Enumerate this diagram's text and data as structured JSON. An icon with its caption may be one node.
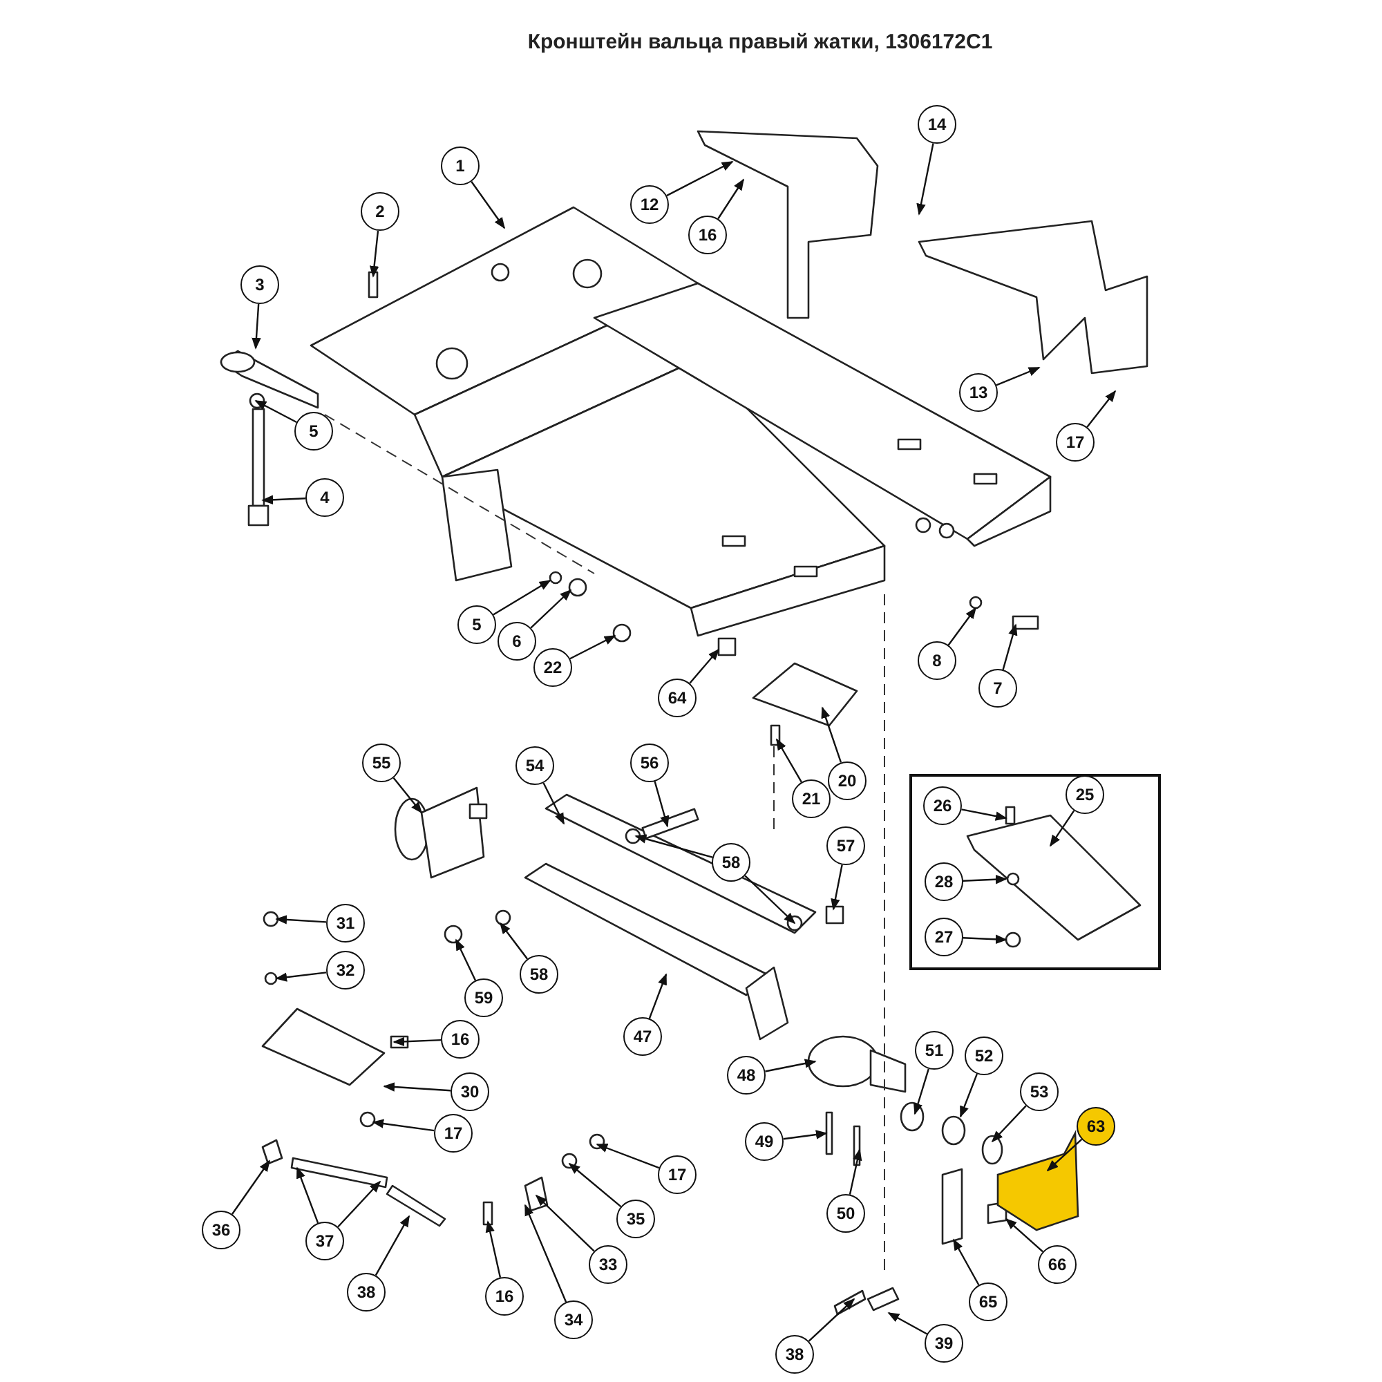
{
  "diagram": {
    "title": "Кронштейн вальца правый жатки, 1306172C1",
    "nodes": [
      {
        "text": [
          "1"
        ]
      },
      {
        "text": [
          "2"
        ]
      },
      {
        "text": [
          "3"
        ]
      },
      {
        "text": [
          "5"
        ]
      },
      {
        "text": [
          "4"
        ]
      },
      {
        "text": [
          "12"
        ]
      },
      {
        "text": [
          "16"
        ]
      },
      {
        "text": [
          "14"
        ]
      },
      {
        "text": [
          "13"
        ]
      },
      {
        "text": [
          "17"
        ]
      },
      {
        "text": [
          "5"
        ]
      },
      {
        "text": [
          "6"
        ]
      },
      {
        "text": [
          "22"
        ]
      },
      {
        "text": [
          "64"
        ]
      },
      {
        "text": [
          "8"
        ]
      },
      {
        "text": [
          "7"
        ]
      },
      {
        "text": [
          "21"
        ]
      },
      {
        "text": [
          "20"
        ]
      },
      {
        "text": [
          "55"
        ]
      },
      {
        "text": [
          "54"
        ]
      },
      {
        "text": [
          "56"
        ]
      },
      {
        "text": [
          "58"
        ]
      },
      {
        "text": [
          "57"
        ]
      },
      {
        "text": [],
        "shape": "box"
      },
      {
        "text": [
          "26"
        ],
        "in": 23
      },
      {
        "text": [
          "25"
        ],
        "in": 23
      },
      {
        "text": [
          "28"
        ],
        "in": 23
      },
      {
        "text": [
          "27"
        ],
        "in": 23
      },
      {
        "text": [
          "31"
        ]
      },
      {
        "text": [
          "32"
        ]
      },
      {
        "text": [
          "58"
        ]
      },
      {
        "text": [
          "59"
        ]
      },
      {
        "text": [
          "47"
        ]
      },
      {
        "text": [
          "16"
        ]
      },
      {
        "text": [
          "30"
        ]
      },
      {
        "text": [
          "17"
        ]
      },
      {
        "text": [
          "48"
        ]
      },
      {
        "text": [
          "51"
        ]
      },
      {
        "text": [
          "52"
        ]
      },
      {
        "text": [
          "53"
        ]
      },
      {
        "text": [
          "63"
        ]
      },
      {
        "text": [
          "49"
        ]
      },
      {
        "text": [
          "50"
        ]
      },
      {
        "text": [
          "17"
        ]
      },
      {
        "text": [
          "35"
        ]
      },
      {
        "text": [
          "33"
        ]
      },
      {
        "text": [
          "36"
        ]
      },
      {
        "text": [
          "37"
        ]
      },
      {
        "text": [
          "16"
        ]
      },
      {
        "text": [
          "34"
        ]
      },
      {
        "text": [
          "38"
        ]
      },
      {
        "text": [
          "66"
        ]
      },
      {
        "text": [
          "65"
        ]
      },
      {
        "text": [
          "39"
        ]
      },
      {
        "text": [
          "38"
        ]
      }
    ],
    "edges": [
      {
        "from": 0,
        "to": null,
        "arrow": "to"
      },
      {
        "from": 1,
        "to": null,
        "arrow": "to"
      },
      {
        "from": 2,
        "to": null,
        "arrow": "to"
      },
      {
        "from": 3,
        "to": null,
        "arrow": "to"
      },
      {
        "from": 4,
        "to": null,
        "arrow": "to"
      },
      {
        "from": 5,
        "to": null,
        "arrow": "to"
      },
      {
        "from": 6,
        "to": null,
        "arrow": "to"
      },
      {
        "from": 7,
        "to": null,
        "arrow": "to"
      },
      {
        "from": 8,
        "to": null,
        "arrow": "to"
      },
      {
        "from": 9,
        "to": null,
        "arrow": "to"
      },
      {
        "from": 10,
        "to": null,
        "arrow": "to"
      },
      {
        "from": 11,
        "to": null,
        "arrow": "to"
      },
      {
        "from": 12,
        "to": null,
        "arrow": "to"
      },
      {
        "from": 13,
        "to": null,
        "arrow": "to"
      },
      {
        "from": 14,
        "to": null,
        "arrow": "to"
      },
      {
        "from": 15,
        "to": null,
        "arrow": "to"
      },
      {
        "from": 16,
        "to": null,
        "arrow": "to"
      },
      {
        "from": 17,
        "to": null,
        "arrow": "to"
      },
      {
        "from": 18,
        "to": null,
        "arrow": "to"
      },
      {
        "from": 19,
        "to": null,
        "arrow": "to"
      },
      {
        "from": 20,
        "to": null,
        "arrow": "to"
      },
      {
        "from": 21,
        "to": null,
        "arrow": "to"
      },
      {
        "from": 21,
        "to": null,
        "arrow": "to"
      },
      {
        "from": 22,
        "to": null,
        "arrow": "to"
      },
      {
        "from": 24,
        "to": null,
        "arrow": "to"
      },
      {
        "from": 25,
        "to": null,
        "arrow": "to"
      },
      {
        "from": 26,
        "to": null,
        "arrow": "to"
      },
      {
        "from": 27,
        "to": null,
        "arrow": "to"
      },
      {
        "from": 28,
        "to": null,
        "arrow": "to"
      },
      {
        "from": 29,
        "to": null,
        "arrow": "to"
      },
      {
        "from": 30,
        "to": null,
        "arrow": "to"
      },
      {
        "from": 31,
        "to": null,
        "arrow": "to"
      },
      {
        "from": 32,
        "to": null,
        "arrow": "to"
      },
      {
        "from": 33,
        "to": null,
        "arrow": "to"
      },
      {
        "from": 34,
        "to": null,
        "arrow": "to"
      },
      {
        "from": 35,
        "to": null,
        "arrow": "to"
      },
      {
        "from": 36,
        "to": null,
        "arrow": "to"
      },
      {
        "from": 37,
        "to": null,
        "arrow": "to"
      },
      {
        "from": 38,
        "to": null,
        "arrow": "to"
      },
      {
        "from": 39,
        "to": null,
        "arrow": "to"
      },
      {
        "from": 40,
        "to": null,
        "arrow": "to"
      },
      {
        "from": 41,
        "to": null,
        "arrow": "to"
      },
      {
        "from": 42,
        "to": null,
        "arrow": "to"
      },
      {
        "from": 43,
        "to": null,
        "arrow": "to"
      },
      {
        "from": 44,
        "to": null,
        "arrow": "to"
      },
      {
        "from": 45,
        "to": null,
        "arrow": "to"
      },
      {
        "from": 46,
        "to": null,
        "arrow": "to"
      },
      {
        "from": 47,
        "to": null,
        "arrow": "to"
      },
      {
        "from": 47,
        "to": null,
        "arrow": "to"
      },
      {
        "from": 48,
        "to": null,
        "arrow": "to"
      },
      {
        "from": 49,
        "to": null,
        "arrow": "to"
      },
      {
        "from": 50,
        "to": null,
        "arrow": "to"
      },
      {
        "from": 51,
        "to": null,
        "arrow": "to"
      },
      {
        "from": 52,
        "to": null,
        "arrow": "to"
      },
      {
        "from": 53,
        "to": null,
        "arrow": "to"
      },
      {
        "from": 54,
        "to": null,
        "arrow": "to"
      }
    ]
  }
}
